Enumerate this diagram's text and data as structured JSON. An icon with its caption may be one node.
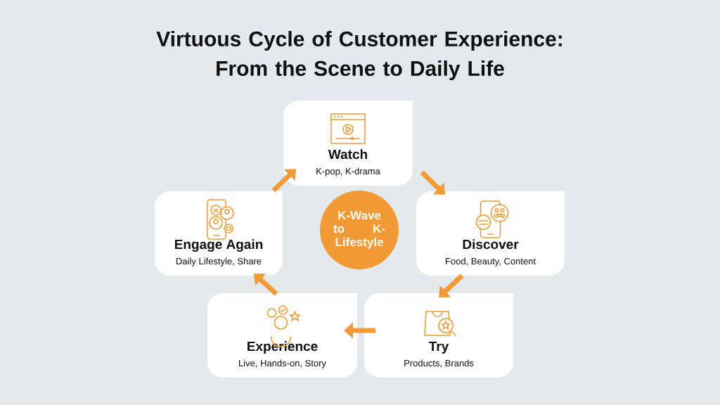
{
  "diagram": {
    "title": "Virtuous Cycle of Customer Experience: From the Scene to Daily Life",
    "nodes": [
      {
        "text": [
          "Watch",
          "K-pop, K-drama"
        ]
      },
      {
        "text": [
          "Discover",
          "Food, Beauty, Content"
        ]
      },
      {
        "text": [
          "Try",
          "Products, Brands"
        ]
      },
      {
        "text": [
          "Experience",
          "Live, Hands-on, Story"
        ]
      },
      {
        "text": [
          "Engage Again",
          "Daily Lifestyle, Share"
        ]
      },
      {
        "text": [
          "K-Wave to K-Lifestyle"
        ]
      }
    ],
    "edges": [
      {
        "from": 0,
        "to": 1,
        "arrow": "to"
      },
      {
        "from": 1,
        "to": 2,
        "arrow": "to"
      },
      {
        "from": 2,
        "to": 3,
        "arrow": "to"
      },
      {
        "from": 3,
        "to": 4,
        "arrow": "to"
      },
      {
        "from": 4,
        "to": 0,
        "arrow": "to"
      }
    ]
  }
}
